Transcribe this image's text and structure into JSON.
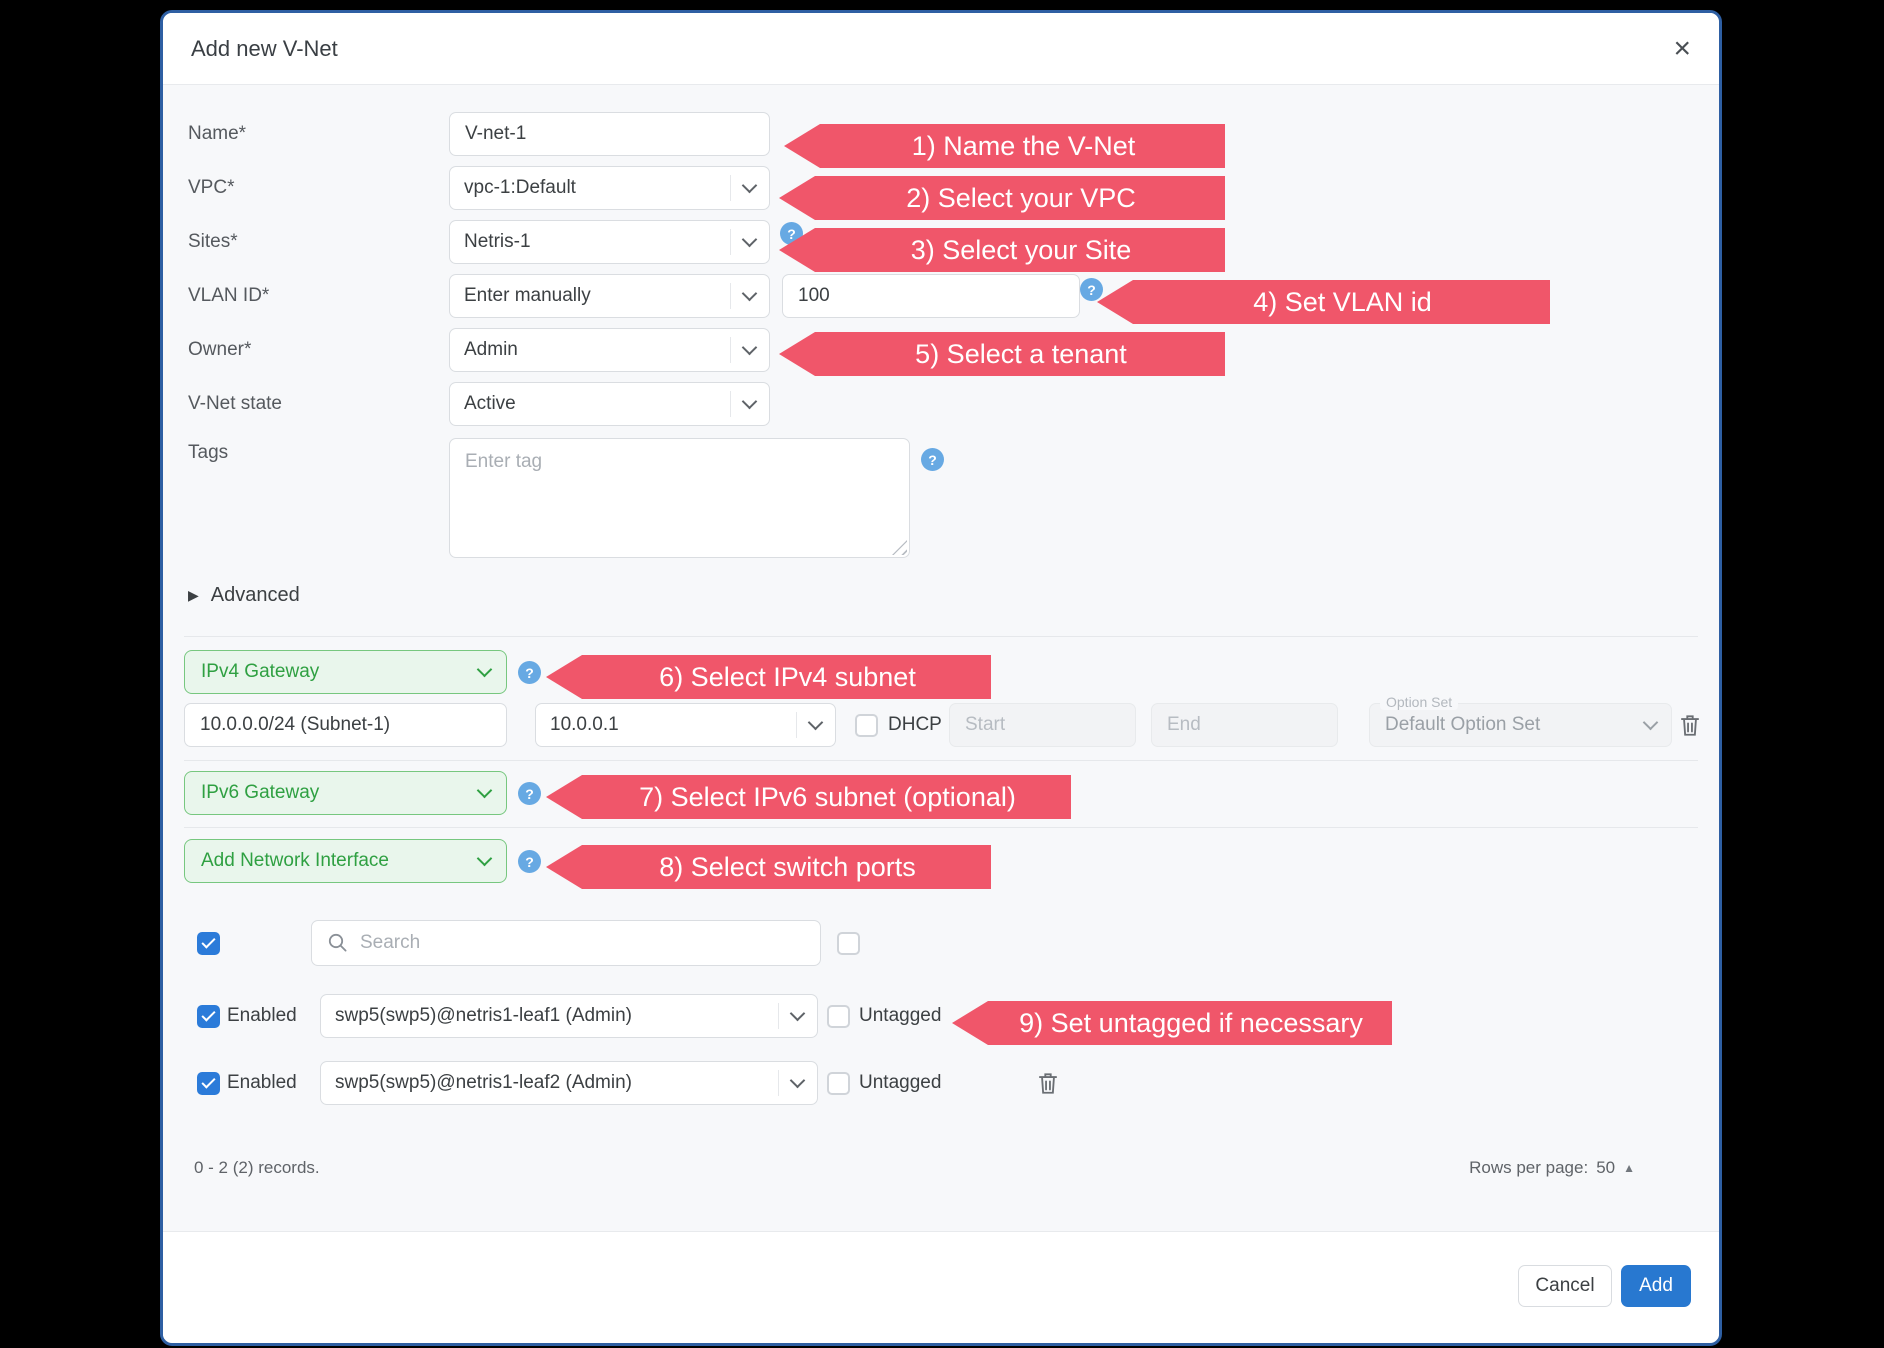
{
  "window": {
    "title": "Add new V-Net"
  },
  "icons": {
    "close": "×",
    "advanced": "▶",
    "caret_up": "▲",
    "help": "?"
  },
  "form": {
    "name": {
      "label": "Name*",
      "value": "V-net-1"
    },
    "vpc": {
      "label": "VPC*",
      "value": "vpc-1:Default"
    },
    "sites": {
      "label": "Sites*",
      "value": "Netris-1"
    },
    "vlan": {
      "label": "VLAN ID*",
      "mode_value": "Enter manually",
      "id_value": "100"
    },
    "owner": {
      "label": "Owner*",
      "value": "Admin"
    },
    "state": {
      "label": "V-Net state",
      "value": "Active"
    },
    "tags": {
      "label": "Tags",
      "placeholder": "Enter tag"
    },
    "advanced_label": "Advanced"
  },
  "callouts": {
    "c1": "1) Name the V-Net",
    "c2": "2) Select your VPC",
    "c3": "3) Select your Site",
    "c4": "4) Set VLAN id",
    "c5": "5) Select a tenant",
    "c6": "6) Select IPv4 subnet",
    "c7": "7) Select IPv6 subnet (optional)",
    "c8": "8) Select switch ports",
    "c9": "9) Set untagged if necessary"
  },
  "gateways": {
    "ipv4_button": "IPv4 Gateway",
    "ipv6_button": "IPv6 Gateway",
    "add_interface_button": "Add Network Interface",
    "subnet": "10.0.0.0/24 (Subnet-1)",
    "gateway_ip": "10.0.0.1",
    "dhcp_label": "DHCP",
    "start_placeholder": "Start",
    "end_placeholder": "End",
    "option_set_label": "Option Set",
    "option_set_value": "Default Option Set"
  },
  "ports": {
    "search_placeholder": "Search",
    "row1": {
      "enabled_label": "Enabled",
      "value": "swp5(swp5)@netris1-leaf1 (Admin)",
      "untagged_label": "Untagged"
    },
    "row2": {
      "enabled_label": "Enabled",
      "value": "swp5(swp5)@netris1-leaf2 (Admin)",
      "untagged_label": "Untagged"
    },
    "records": "0 - 2 (2) records.",
    "rows_per_page_label": "Rows per page:",
    "rows_per_page_value": "50"
  },
  "footer": {
    "cancel": "Cancel",
    "add": "Add"
  },
  "colors": {
    "callout": "#F0566A",
    "green_text": "#2FA042",
    "green_bg": "#E9F6EC",
    "green_border": "#77C77F",
    "primary_blue": "#2878D0",
    "checkbox_blue": "#2B7BD9",
    "body_bg": "#F7F8FA",
    "modal_border": "#2E5FA3"
  }
}
